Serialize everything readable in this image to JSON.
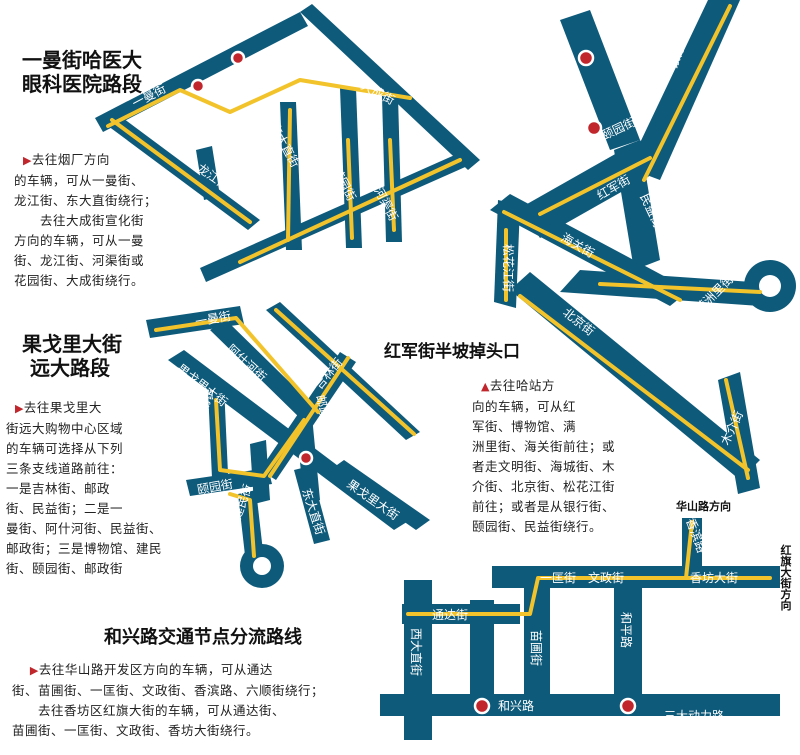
{
  "sections": {
    "yiman": {
      "title_line1": "一曼街哈医大",
      "title_line2": "眼科医院路段",
      "body": [
        "去往烟厂方向",
        "的车辆，可从一曼街、",
        "龙江街、东大直街绕行；",
        "　　去往大成街宣化街",
        "方向的车辆，可从一曼",
        "街、龙江街、河渠街或",
        "花园街、大成街绕行。"
      ]
    },
    "guoge": {
      "title_line1": "果戈里大街",
      "title_line2": "远大路段",
      "body": [
        "去往果戈里大",
        "街远大购物中心区域",
        "的车辆可选择从下列",
        "三条支线道路前往：",
        "一是吉林街、邮政",
        "街、民益街；二是一",
        "曼街、阿什河街、民益街、",
        "邮政街；三是博物馆、建民",
        "街、颐园街、邮政街"
      ]
    },
    "hongjun": {
      "title": "红军街半坡掉头口",
      "body": [
        "去往哈站方",
        "向的车辆，可从红",
        "军街、博物馆、满",
        "洲里街、海关街前往；或",
        "者走文明街、海城街、木",
        "介街、北京街、松花江街",
        "前往；或者是从银行街、",
        "颐园街、民益街绕行。"
      ]
    },
    "hexing": {
      "title": "和兴路交通节点分流路线",
      "body": [
        "去往华山路开发区方向的车辆，可从通达",
        "街、苗圃街、一匡街、文政街、香滨路、六顺街绕行；",
        "　　去往香坊区红旗大街的车辆，可从通达街、",
        "苗圃街、一匡街、文政街、香坊大街绕行。"
      ]
    }
  },
  "direction_labels": {
    "huashan": "华山路方向",
    "hongqi": "红旗大街方向"
  },
  "road_labels": {
    "yiman_st": "一曼街",
    "longjiang_st": "龙江街",
    "dadong_st": "东大直街",
    "huayuan_st": "花园街",
    "hequ_st": "河渠街",
    "dacheng_st": "大成街",
    "yinhang_st": "银行街",
    "yiyuan_st": "颐园街",
    "hongjun_st": "红军街",
    "minyi_st": "民益街",
    "haiguan_st": "海关街",
    "songhuajiang_st": "松花江街",
    "manzhouli_st": "满洲里街",
    "beijing_st": "北京街",
    "mujie_st": "木介街",
    "yiman_st2": "一曼街",
    "ashihe_st": "阿什河街",
    "guoge_st": "果戈里大街",
    "bowuguan": "博物馆",
    "minyi_st2": "民益街",
    "jilin_st": "吉林街",
    "youzheng_st": "邮政街",
    "yiyuan_st2": "颐园街",
    "jianmin_st": "建民街",
    "dongda_st2": "东大直街",
    "guoge_st2": "果戈里大街",
    "yikuang_st": "一匡街",
    "wenzheng_st": "文政街",
    "xiangbin_rd": "香滨路",
    "xiangfang_st": "香坊大街",
    "tongda_st": "通达街",
    "xida_st": "西大直街",
    "miaopu_st": "苗圃街",
    "heping_rd": "和平路",
    "hexing_rd": "和兴路",
    "sanda_rd": "三大动力路"
  }
}
